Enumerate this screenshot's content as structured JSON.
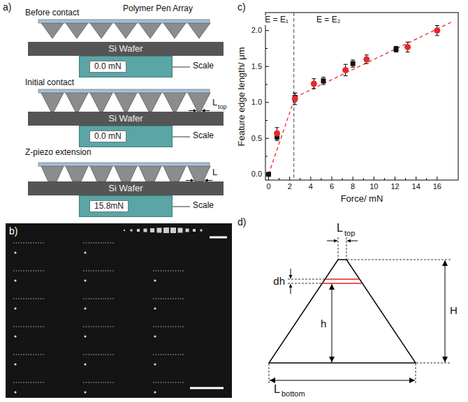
{
  "diagram": {
    "nodes": [
      {
        "text": [
          "Si Wafer"
        ]
      },
      {
        "text": [
          "0.0 mN"
        ]
      },
      {
        "text": [
          "Si Wafer"
        ]
      },
      {
        "text": [
          "0.0 mN"
        ]
      },
      {
        "text": [
          "Si Wafer"
        ]
      },
      {
        "text": [
          "15.8mN"
        ]
      }
    ],
    "labels": [
      "a)",
      "Polymer Pen Array",
      "Before contact",
      "Scale",
      "Initial contact",
      "L",
      "top",
      "Scale",
      "Z-piezo extension",
      "L",
      "Scale",
      "b)",
      "c)",
      "E = E₁",
      "E = E₂",
      "Feature edge length/ μm",
      "Force/ mN",
      "0.0",
      "0.5",
      "1.0",
      "1.5",
      "2.0",
      "0",
      "2",
      "4",
      "6",
      "8",
      "10",
      "12",
      "14",
      "16",
      "d)",
      "L",
      "top",
      "dh",
      "h",
      "H",
      "L",
      "bottom"
    ]
  }
}
